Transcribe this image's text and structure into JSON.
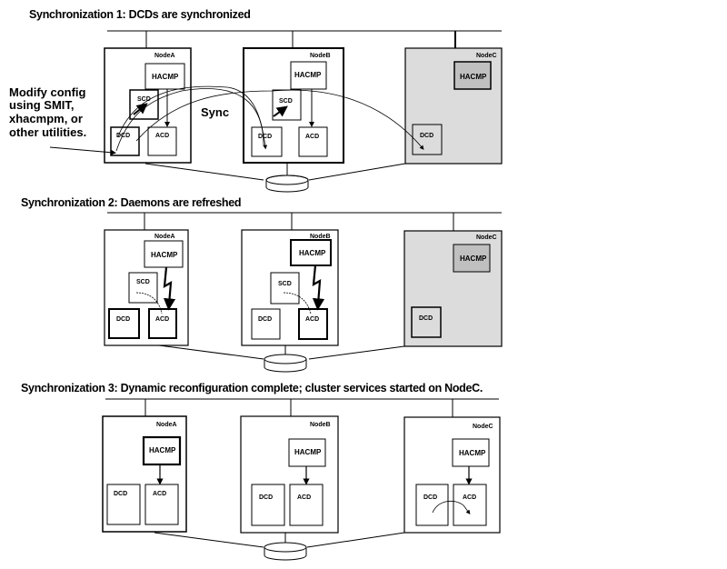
{
  "panels": [
    {
      "title": "Synchronization 1: DCDs are synchronized",
      "nodes": [
        {
          "label": "NodeA",
          "state": "active",
          "hacmp": "HACMP",
          "daemons": [
            "SCD",
            "DCD",
            "ACD"
          ]
        },
        {
          "label": "NodeB",
          "state": "active",
          "hacmp": "HACMP",
          "daemons": [
            "SCD",
            "DCD",
            "ACD"
          ]
        },
        {
          "label": "NodeC",
          "state": "inactive",
          "hacmp": "HACMP",
          "daemons": [
            "DCD"
          ]
        }
      ],
      "annotation": "Sync",
      "side_note": [
        "Modify config",
        "using SMIT,",
        "xhacmpm, or",
        "other utilities."
      ]
    },
    {
      "title": "Synchronization 2: Daemons are refreshed",
      "nodes": [
        {
          "label": "NodeA",
          "state": "active",
          "hacmp": "HACMP",
          "daemons": [
            "SCD",
            "DCD",
            "ACD"
          ]
        },
        {
          "label": "NodeB",
          "state": "active",
          "hacmp": "HACMP",
          "daemons": [
            "SCD",
            "DCD",
            "ACD"
          ]
        },
        {
          "label": "NodeC",
          "state": "inactive",
          "hacmp": "HACMP",
          "daemons": [
            "DCD"
          ]
        }
      ]
    },
    {
      "title": "Synchronization 3: Dynamic reconfiguration complete; cluster services started on NodeC.",
      "nodes": [
        {
          "label": "NodeA",
          "state": "active",
          "hacmp": "HACMP",
          "daemons": [
            "DCD",
            "ACD"
          ]
        },
        {
          "label": "NodeB",
          "state": "active",
          "hacmp": "HACMP",
          "daemons": [
            "DCD",
            "ACD"
          ]
        },
        {
          "label": "NodeC",
          "state": "active",
          "hacmp": "HACMP",
          "daemons": [
            "DCD",
            "ACD"
          ]
        }
      ]
    }
  ],
  "colors": {
    "inactive_node_fill": "#dcdcdc",
    "inactive_hacmp_fill": "#c0c0c0",
    "line": "#000000",
    "background": "#ffffff"
  }
}
